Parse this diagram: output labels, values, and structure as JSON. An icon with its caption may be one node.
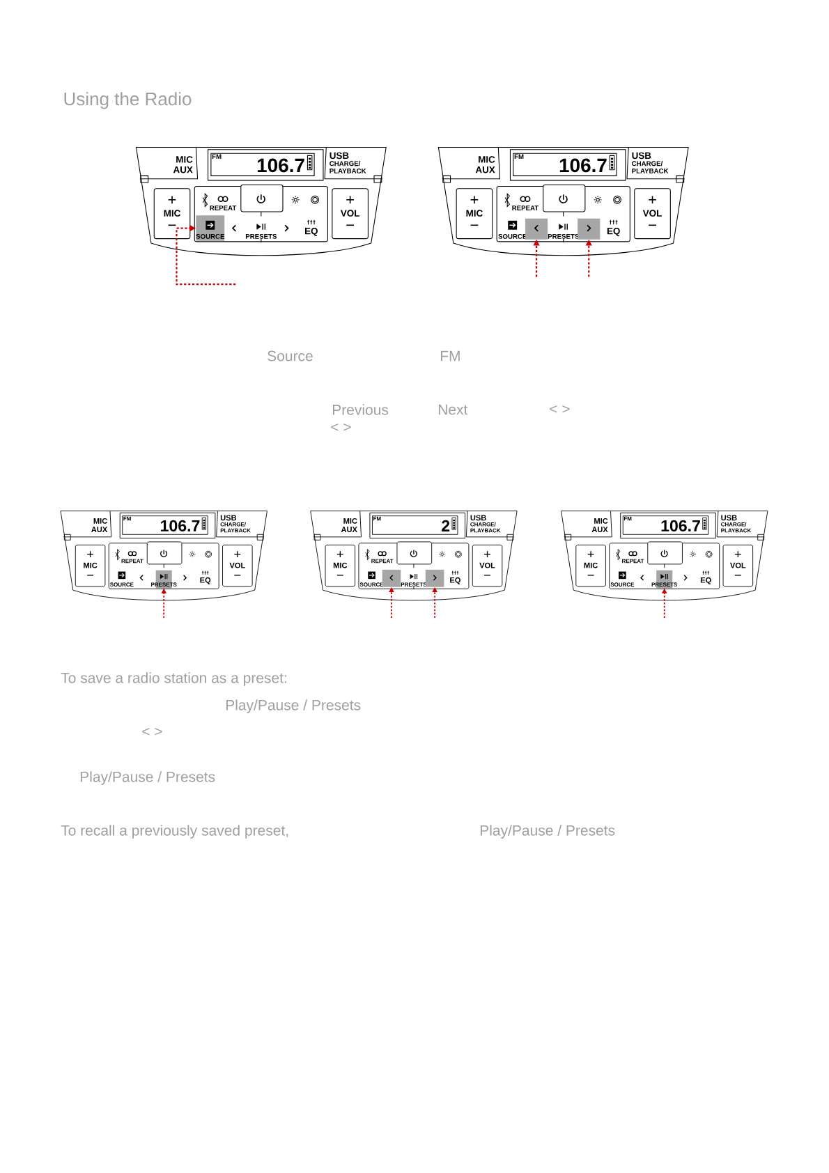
{
  "diagram": {
    "title": "Using the Radio",
    "nodes": [
      {
        "text": [
          "SOURCE"
        ]
      },
      {
        "text": [],
        "shape": "box"
      },
      {
        "text": [],
        "shape": "box"
      },
      {
        "text": [
          "PRESETS"
        ]
      },
      {
        "text": [],
        "shape": "box"
      },
      {
        "text": [],
        "shape": "box"
      },
      {
        "text": [
          "PRESETS"
        ]
      }
    ],
    "edges": [
      {
        "from": null,
        "to": 0,
        "arrow": "to",
        "style": "dashed"
      },
      {
        "from": null,
        "to": 1,
        "arrow": "to",
        "style": "dashed"
      },
      {
        "from": null,
        "to": 2,
        "arrow": "to",
        "style": "dashed"
      },
      {
        "from": null,
        "to": 3,
        "arrow": "to",
        "style": "dashed"
      },
      {
        "from": null,
        "to": 4,
        "arrow": "to",
        "style": "dashed"
      },
      {
        "from": null,
        "to": 5,
        "arrow": "to",
        "style": "dashed"
      },
      {
        "from": null,
        "to": 6,
        "arrow": "to",
        "style": "dashed"
      }
    ],
    "labels": [
      "MIC AUX",
      "FM",
      "106.7",
      "USB",
      "CHARGE/ PLAYBACK",
      "REPEAT",
      "MIC",
      "VOL",
      "PRESETS",
      "EQ",
      "MIC AUX",
      "FM",
      "106.7",
      "USB",
      "CHARGE/ PLAYBACK",
      "REPEAT",
      "MIC",
      "VOL",
      "SOURCE",
      "PRESETS",
      "EQ",
      "Source",
      "FM",
      "Previous",
      "Next",
      "< >",
      "< >",
      "MIC AUX",
      "FM",
      "106.7",
      "USB",
      "CHARGE/ PLAYBACK",
      "REPEAT",
      "MIC",
      "VOL",
      "SOURCE",
      "EQ",
      "MIC AUX",
      "FM",
      "2",
      "USB",
      "CHARGE/ PLAYBACK",
      "REPEAT",
      "MIC",
      "VOL",
      "SOURCE",
      "PRESETS",
      "EQ",
      "MIC AUX",
      "FM",
      "106.7",
      "USB",
      "CHARGE/ PLAYBACK",
      "REPEAT",
      "MIC",
      "VOL",
      "SOURCE",
      "EQ",
      "To save a radio station as a preset:",
      "Play/Pause / Presets",
      "< >",
      "Play/Pause / Presets",
      "To recall a previously saved preset,",
      "Play/Pause / Presets"
    ]
  }
}
